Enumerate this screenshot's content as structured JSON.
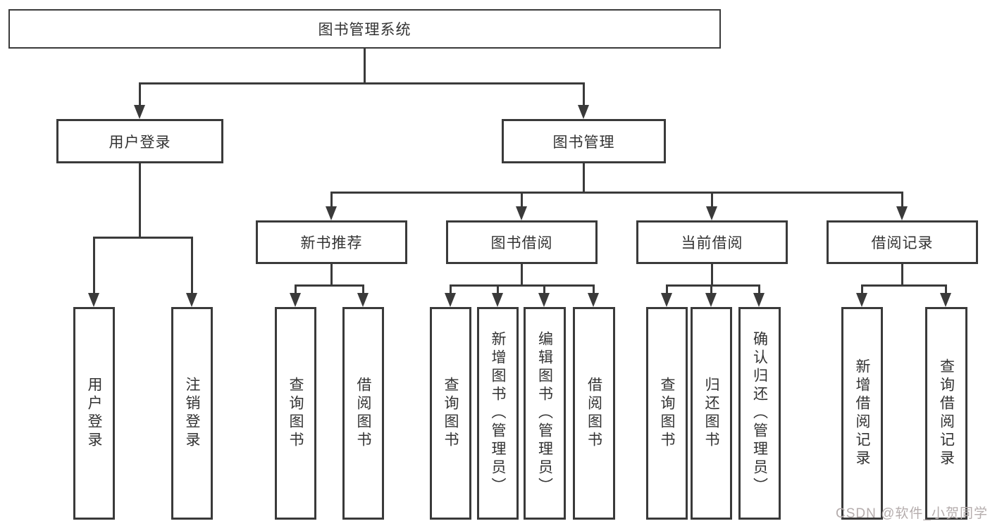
{
  "diagram": {
    "root": "图书管理系统",
    "level2": [
      {
        "label": "用户登录"
      },
      {
        "label": "图书管理"
      }
    ],
    "level3": [
      {
        "label": "新书推荐"
      },
      {
        "label": "图书借阅"
      },
      {
        "label": "当前借阅"
      },
      {
        "label": "借阅记录"
      }
    ],
    "leaves": {
      "user_login": [
        "用户登录",
        "注销登录"
      ],
      "new_books": [
        "查询图书",
        "借阅图书"
      ],
      "book_borrowing": [
        "查询图书",
        "新增图书（管理员）",
        "编辑图书（管理员）",
        "借阅图书"
      ],
      "current_borrowing": [
        "查询图书",
        "归还图书",
        "确认归还（管理员）"
      ],
      "borrowing_records": [
        "新增借阅记录",
        "查询借阅记录"
      ]
    },
    "watermark": "CSDN @软件_小贺同学",
    "colors": {
      "line": "#3a3a3a",
      "text": "#333333",
      "watermark": "#b5adad",
      "background": "#ffffff"
    }
  }
}
